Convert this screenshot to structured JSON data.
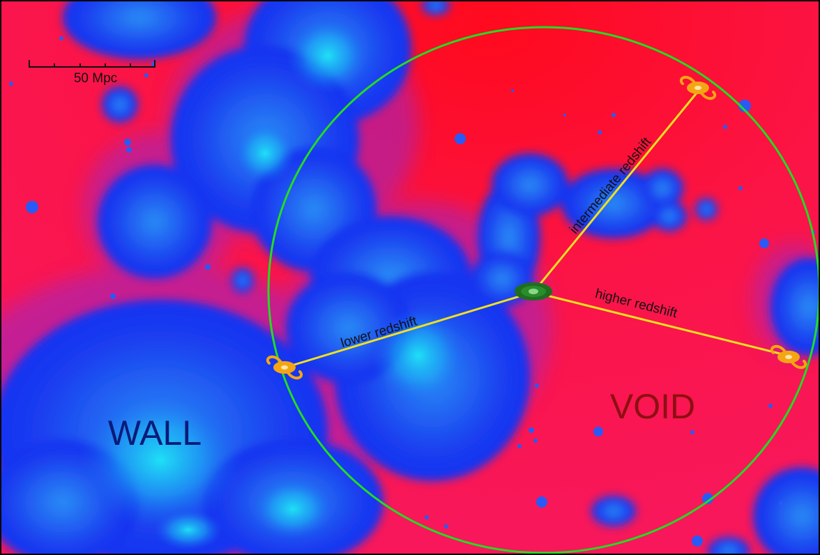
{
  "scale_bar": {
    "label": "50 Mpc"
  },
  "regions": {
    "wall_label": "WALL",
    "void_label": "VOID"
  },
  "rays": {
    "lower": "lower redshift",
    "intermediate": "intermediate redshift",
    "higher": "higher redshift"
  },
  "colors": {
    "void": "#f8175a",
    "void_deep": "#ff0a1e",
    "wall": "#1432f0",
    "wall_core": "#1ee6f5",
    "survey_circle": "#22dd22",
    "sight_line": "#f0e020",
    "galaxy": "#f5a514",
    "observer": "#1f6e1f",
    "wall_text": "#0a1a78",
    "void_text": "#8c1010"
  }
}
